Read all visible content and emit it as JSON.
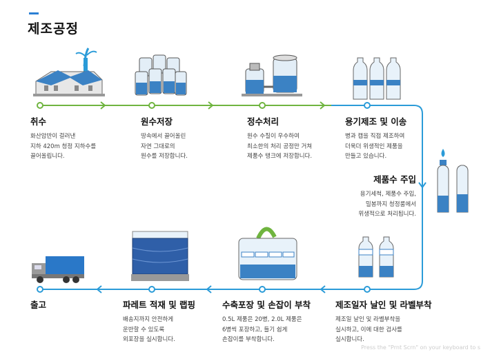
{
  "title": "제조공정",
  "colors": {
    "green": "#6fb43f",
    "blue": "#2a9bd8",
    "bottle": "#cfe6f7",
    "water": "#3b82c4"
  },
  "steps": [
    {
      "title": "취수",
      "desc": "화산암반이 걸러낸\n지하 420m 청정 지하수를\n끌어올립니다."
    },
    {
      "title": "원수저장",
      "desc": "땅속에서 끌어올린\n자연 그대로의\n원수를 저장합니다."
    },
    {
      "title": "정수처리",
      "desc": "원수 수질이 우수하여\n최소한의 처리 공정만 거쳐\n제품수 탱크에 저장합니다."
    },
    {
      "title": "용기제조 및 이송",
      "desc": "병과 캡을 직접 제조하여\n더욱더 위생적인 제품을\n만들고 있습니다."
    },
    {
      "title": "제품수 주입",
      "desc": "용기세척, 제품수 주입,\n밀봉까지 청정룸에서\n위생적으로 처리됩니다."
    },
    {
      "title": "제조일자 날인 및 라벨부착",
      "desc": "제조일 날인 및 라벨부착을\n실시하고, 이에 대한 검사를\n실시합니다."
    },
    {
      "title": "수축포장 및 손잡이 부착",
      "desc": "0.5L 제품은 20병, 2.0L 제품은\n6병씩 포장하고, 들기 쉽게\n손잡이를 부착합니다."
    },
    {
      "title": "파레트 적재 및 랩핑",
      "desc": "배송지까지 안전하게\n운반할 수 있도록\n외포장을 실시합니다."
    },
    {
      "title": "출고",
      "desc": ""
    }
  ],
  "watermark": "Press the \"Prnt Scrn\" on your keyboard to s"
}
